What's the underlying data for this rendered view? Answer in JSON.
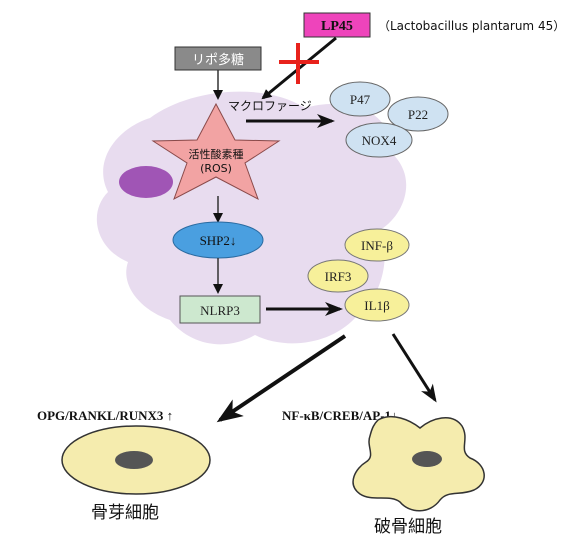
{
  "header": {
    "lp45_label": "LP45",
    "lp45_note": "（Lactobacillus plantarum 45）"
  },
  "nodes": {
    "lipo": "リポ多糖",
    "macrophage": "マクロファージ",
    "ros_line1": "活性酸素種",
    "ros_line2": "(ROS)",
    "shp2": "SHP2↓",
    "nlrp3": "NLRP3",
    "p47": "P47",
    "p22": "P22",
    "nox4": "NOX4",
    "infb": "INF-β",
    "irf3": "IRF3",
    "il1b": "IL1β"
  },
  "outcomes": {
    "osteoblast_markers": "OPG/RANKL/RUNX3 ↑",
    "osteoclast_markers": "NF-κB/CREB/AP-1↓",
    "osteoblast_label": "骨芽細胞",
    "osteoclast_label": "破骨細胞"
  },
  "colors": {
    "cell_body": "#e8dcef",
    "nucleus": "#a055b5",
    "lp45_box": "#ee44bb",
    "inhibit_mark": "#e8221c",
    "lipo_box": "#8a8a8a",
    "ros_star": "#f2a3a3",
    "shp2": "#4a9fe0",
    "nlrp3_box": "#cde8cf",
    "nox_ovals": "#cfe2f2",
    "cytokines": "#f7f09a",
    "bone_cells": "#f5ecae"
  }
}
